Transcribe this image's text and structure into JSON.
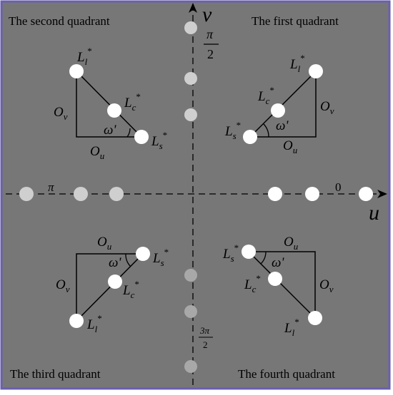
{
  "axes": {
    "u_label": "u",
    "v_label": "v"
  },
  "quadrants": {
    "first": "The first quadrant",
    "second": "The second quadrant",
    "third": "The third quadrant",
    "fourth": "The fourth quadrant"
  },
  "ticks": {
    "zero": "0",
    "pi": "π",
    "half_pi_num": "π",
    "half_pi_den": "2",
    "three_half_pi_num": "3π",
    "three_half_pi_den": "2"
  },
  "symbols": {
    "L": "L",
    "l_sub": "l",
    "c_sub": "c",
    "s_sub": "s",
    "star": "*",
    "O": "O",
    "u_sub": "u",
    "v_sub": "v",
    "omega": "ω'"
  },
  "colors": {
    "frame": "#6a5fb0",
    "background": "#777777",
    "white_dot": "#ffffff",
    "light_dot": "#cfcfcf",
    "mid_dot": "#a8a8a8",
    "axis": "#000000"
  }
}
